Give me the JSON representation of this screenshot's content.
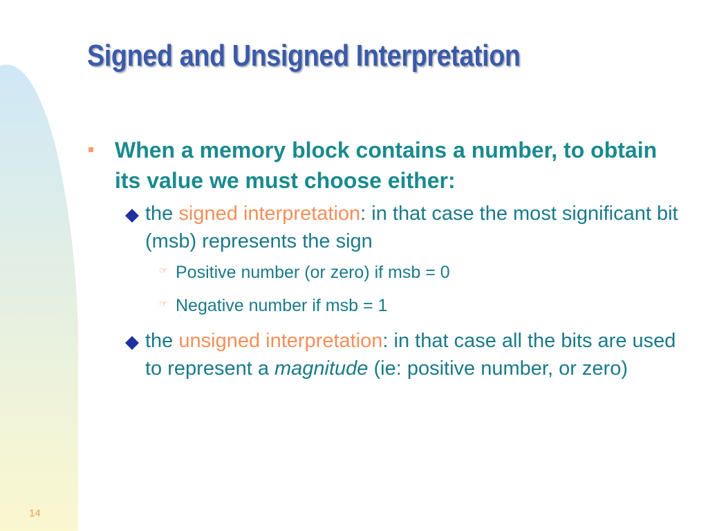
{
  "colors": {
    "title": "#3b5aa8",
    "level1_text": "#1a8a8e",
    "body_text": "#1a7a8a",
    "highlight": "#f2905a",
    "bullet_square": "#f4a070",
    "bullet_diamond": "#2030a0",
    "page_number": "#e8a050",
    "band_top": "#cfe8f6",
    "band_bottom": "#fbf7cf"
  },
  "slide": {
    "title": "Signed and Unsigned Interpretation",
    "page_number": "14"
  },
  "bullets": {
    "level1": {
      "marker_icon": "square-bullet-icon",
      "text": "When a memory block contains a number, to obtain its value we must choose either:"
    },
    "signed": {
      "marker_icon": "diamond-bullet-icon",
      "prefix": "the ",
      "term": "signed interpretation",
      "suffix": ": in that case the most significant bit (msb) represents the sign",
      "sub": [
        {
          "marker_icon": "pointing-hand-icon",
          "text": "Positive number (or zero) if msb = 0"
        },
        {
          "marker_icon": "pointing-hand-icon",
          "text": "Negative number if msb = 1"
        }
      ]
    },
    "unsigned": {
      "marker_icon": "diamond-bullet-icon",
      "prefix": "the ",
      "term": "unsigned interpretation",
      "middle": ": in that case all the bits are used to represent a ",
      "emphasis": "magnitude",
      "suffix": " (ie: positive number, or zero)"
    }
  }
}
